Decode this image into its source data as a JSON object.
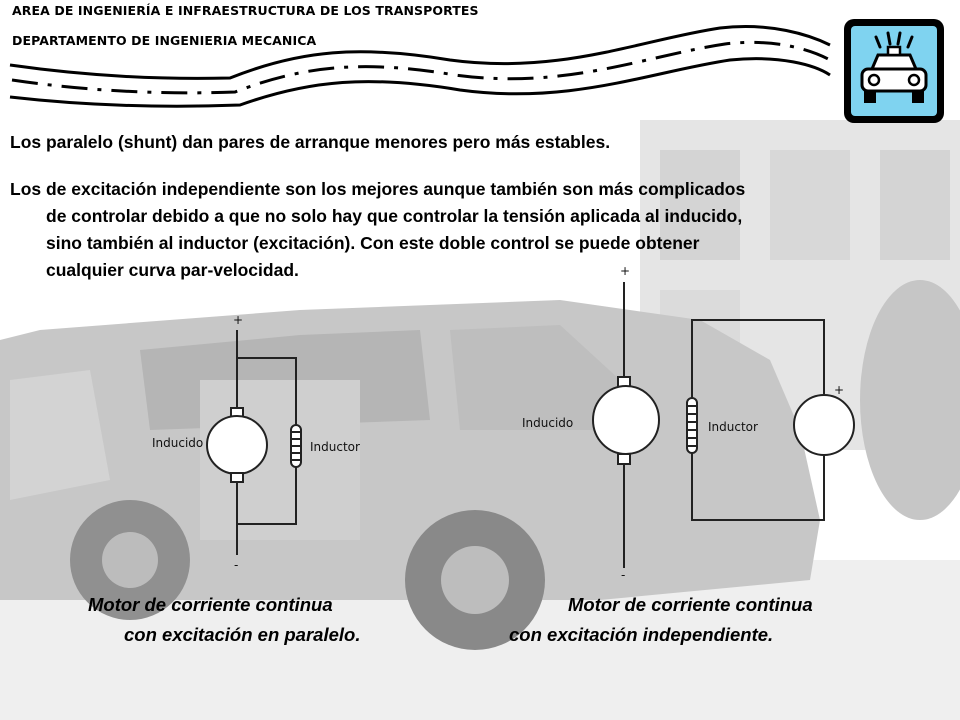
{
  "header": {
    "line1": "AREA DE INGENIERÍA E INFRAESTRUCTURA DE LOS TRANSPORTES",
    "line2": "DEPARTAMENTO DE INGENIERIA MECANICA"
  },
  "logo": {
    "icon": "car-alert-icon",
    "bg_color": "#7fd3f0"
  },
  "body": {
    "paragraph1": "Los paralelo (shunt) dan pares de arranque menores pero más estables.",
    "paragraph2_lines": [
      "Los de excitación independiente son los mejores aunque también son más complicados",
      "de controlar debido a que no solo hay que controlar la tensión aplicada al inducido,",
      "sino también al inductor (excitación). Con este doble control se puede obtener",
      "cualquier curva par-velocidad."
    ]
  },
  "diagram_left": {
    "plus": "+",
    "minus": "-",
    "armature_label": "Inducido",
    "field_label": "Inductor"
  },
  "diagram_right": {
    "plus": "+",
    "minus": "-",
    "plus_field": "+",
    "armature_label": "Inducido",
    "field_label": "Inductor"
  },
  "captions": {
    "left_line1": "Motor de corriente continua",
    "left_line2": "con excitación en paralelo.",
    "right_line1": "Motor de corriente continua",
    "right_line2": "con excitación independiente."
  }
}
